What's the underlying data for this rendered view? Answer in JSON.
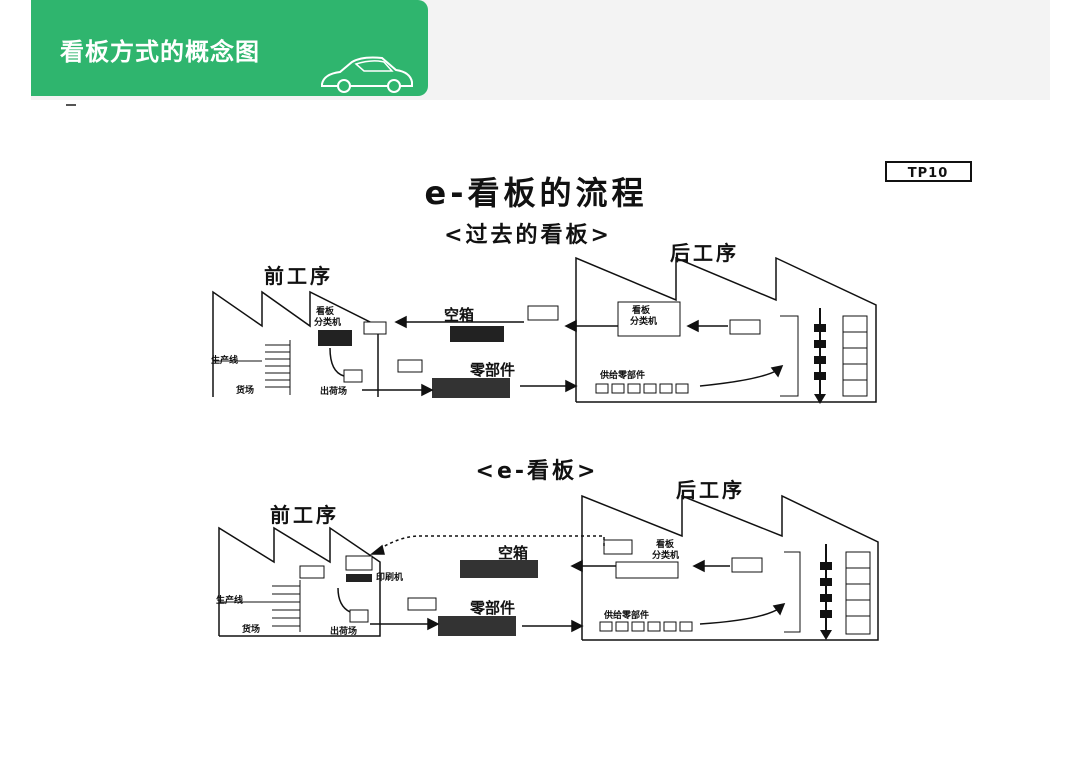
{
  "header": {
    "title": "看板方式的概念图"
  },
  "diagram": {
    "tp_tag": "TP10",
    "main_title": "e-看板的流程",
    "old": {
      "subtitle": "<过去的看板>",
      "upstream_label": "前工序",
      "downstream_label": "后工序",
      "kanban_sorter_upstream_1": "看板",
      "kanban_sorter_upstream_2": "分类机",
      "empty_box": "空箱",
      "parts": "零部件",
      "kanban_sorter_downstream_1": "看板",
      "kanban_sorter_downstream_2": "分类机",
      "production_line": "生产线",
      "warehouse": "货场",
      "shipping_area": "出荷场",
      "supply_parts": "供给零部件"
    },
    "new": {
      "subtitle": "<e-看板>",
      "upstream_label": "前工序",
      "downstream_label": "后工序",
      "printer": "印刷机",
      "empty_box": "空箱",
      "parts": "零部件",
      "kanban_sorter_downstream_1": "看板",
      "kanban_sorter_downstream_2": "分类机",
      "production_line": "生产线",
      "warehouse": "货场",
      "shipping_area": "出荷场",
      "supply_parts": "供给零部件"
    }
  }
}
